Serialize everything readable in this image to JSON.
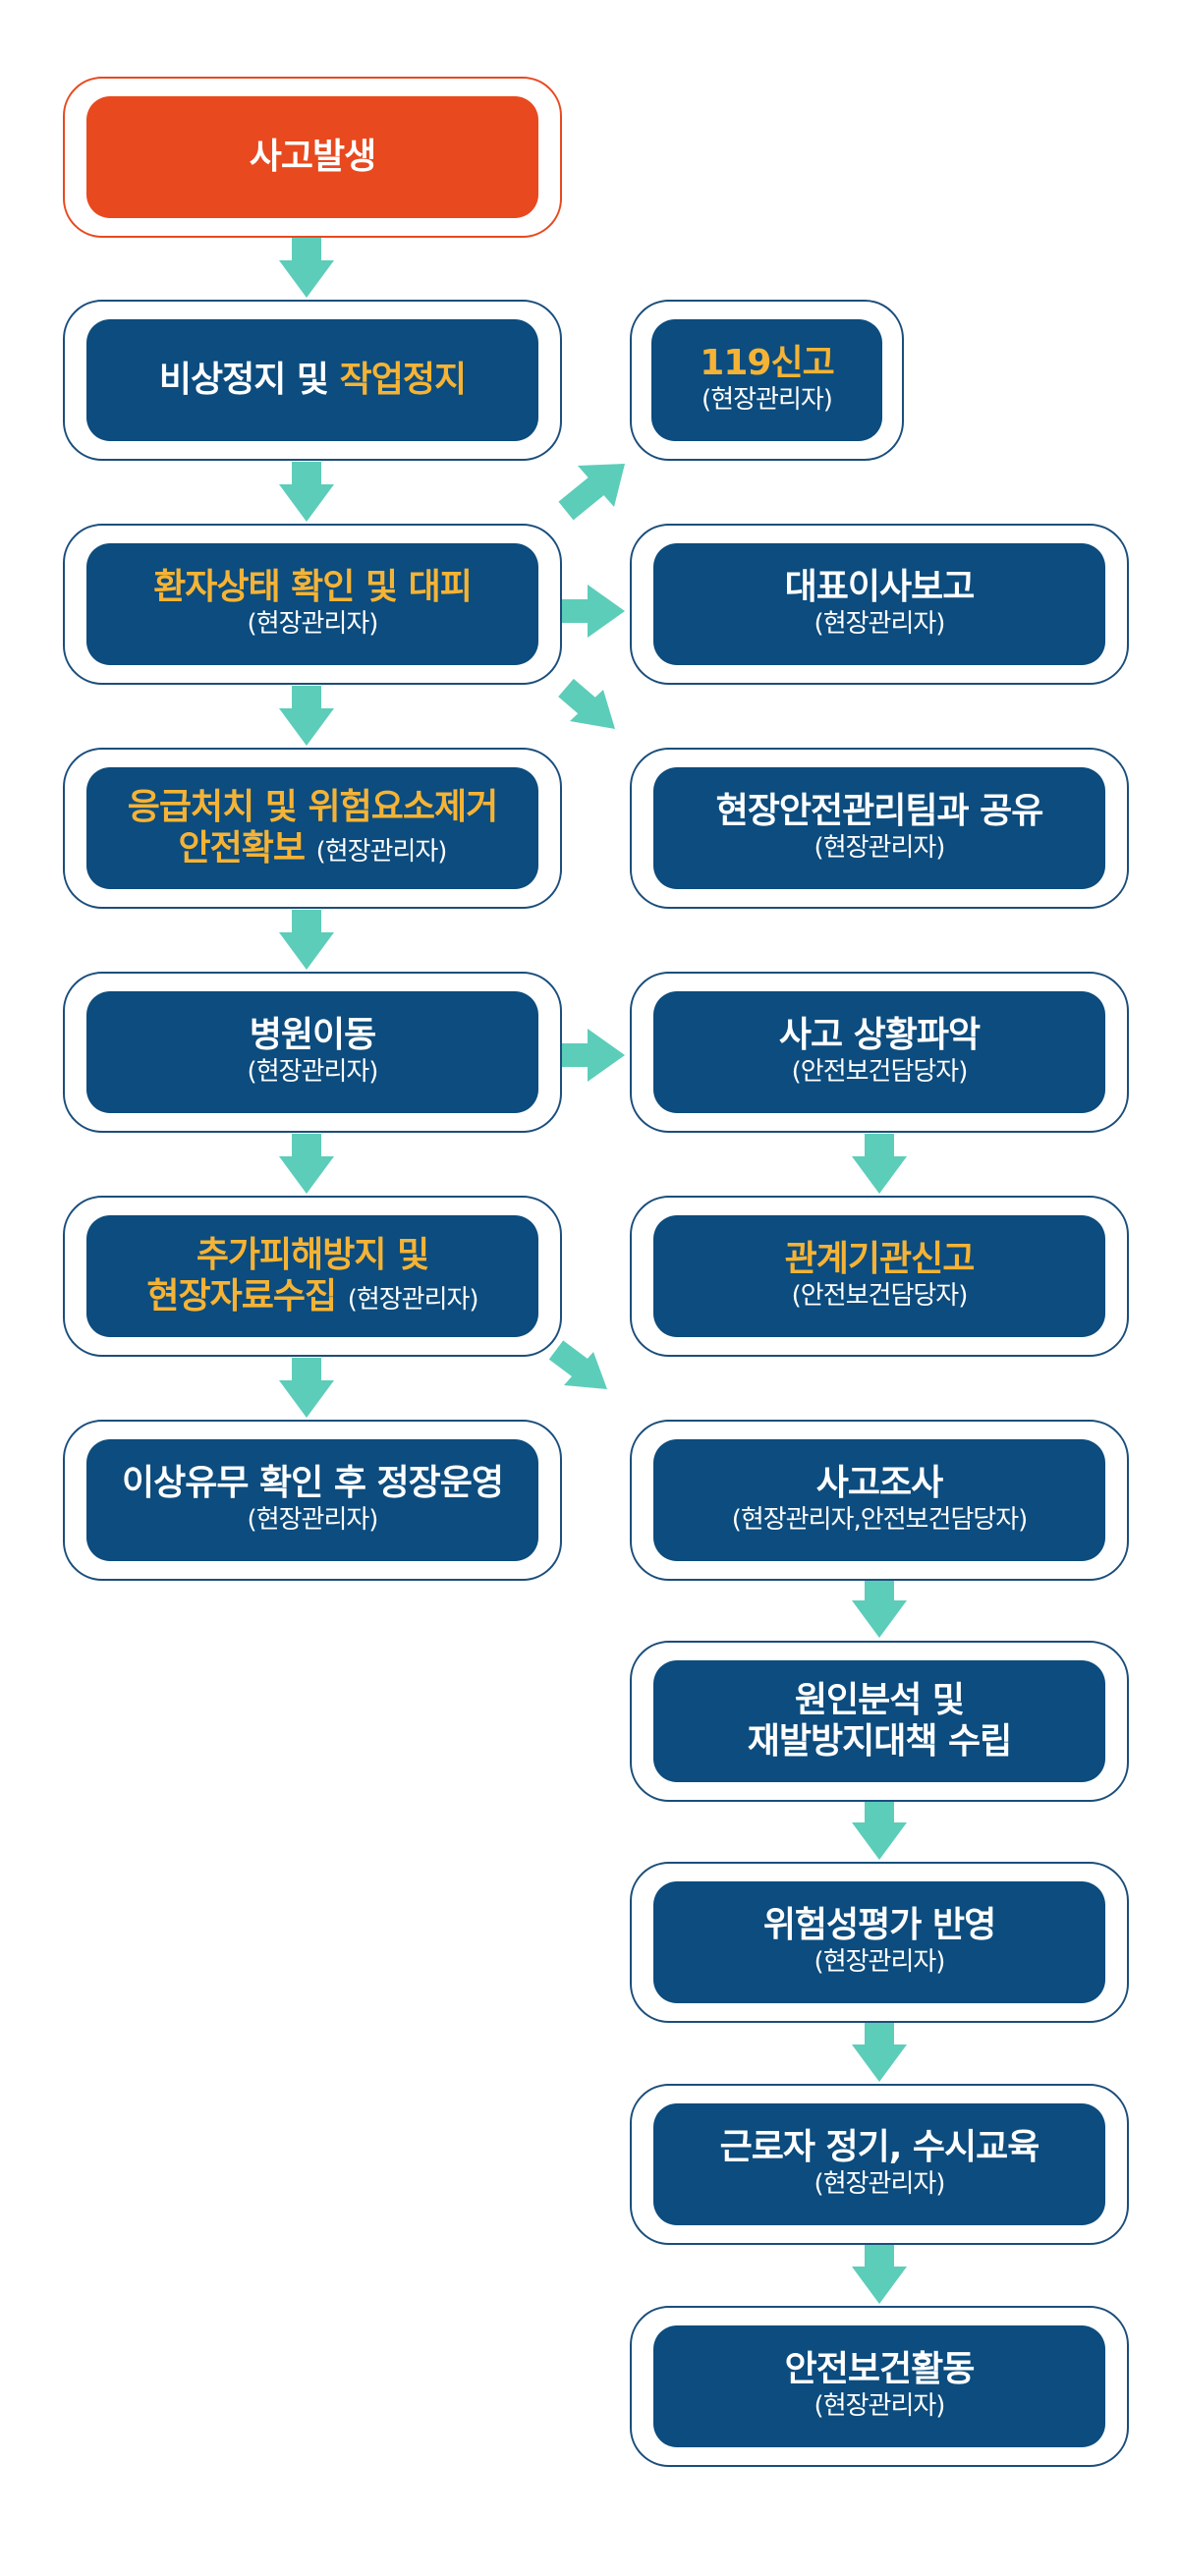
{
  "colors": {
    "node_fill": "#0c4c7e",
    "node_border": "#1a4e7c",
    "start_fill": "#e8491e",
    "highlight_text": "#f5b335",
    "arrow": "#5ccdb9"
  },
  "nodes": {
    "accident": {
      "title": "사고발생"
    },
    "emergency_stop": {
      "title_a": "비상정지 및 ",
      "title_b": "작업정지"
    },
    "patient_check": {
      "title": "환자상태 확인 및 대피",
      "sub": "(현장관리자)"
    },
    "first_aid": {
      "line1": "응급처치 및 위험요소제거",
      "line2": "안전확보",
      "sub": "(현장관리자)"
    },
    "hospital": {
      "title": "병원이동",
      "sub": "(현장관리자)"
    },
    "prevent_damage": {
      "line1": "추가피해방지 및",
      "line2": "현장자료수집",
      "sub": "(현장관리자)"
    },
    "resume": {
      "title": "이상유무 확인 후 정장운영",
      "sub": "(현장관리자)"
    },
    "call_119": {
      "title": "119신고",
      "sub": "(현장관리자)"
    },
    "ceo_report": {
      "title": "대표이사보고",
      "sub": "(현장관리자)"
    },
    "team_share": {
      "title": "현장안전관리팀과 공유",
      "sub": "(현장관리자)"
    },
    "situation": {
      "title": "사고 상황파악",
      "sub": "(안전보건담당자)"
    },
    "agency_report": {
      "title": "관계기관신고",
      "sub": "(안전보건담당자)"
    },
    "investigation": {
      "title": "사고조사",
      "sub": "(현장관리자,안전보건담당자)"
    },
    "cause_analysis": {
      "line1": "원인분석 및",
      "line2": "재발방지대책 수립"
    },
    "risk_assessment": {
      "title": "위험성평가 반영",
      "sub": "(현장관리자)"
    },
    "education": {
      "title": "근로자 정기, 수시교육",
      "sub": "(현장관리자)"
    },
    "safety_activity": {
      "title": "안전보건활동",
      "sub": "(현장관리자)"
    }
  }
}
